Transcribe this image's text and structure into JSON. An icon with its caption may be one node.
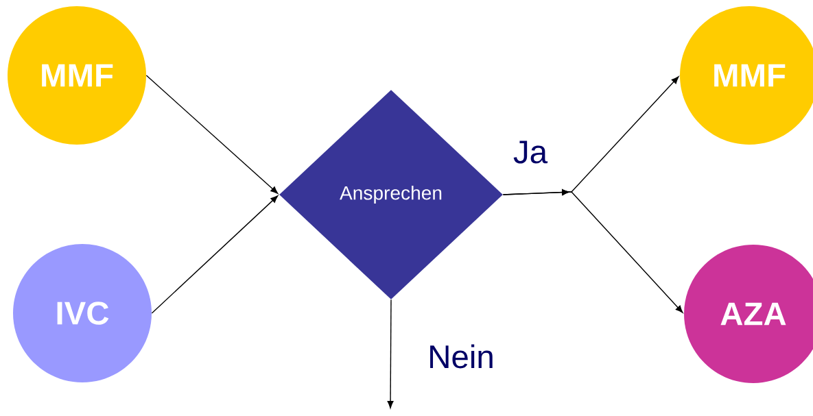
{
  "diagram": {
    "nodes": [
      {
        "text": [
          "MMF"
        ]
      },
      {
        "text": [
          "IVC"
        ]
      },
      {
        "text": [
          "Ansprechen"
        ]
      },
      {
        "text": [
          "MMF"
        ]
      },
      {
        "text": [
          "AZA"
        ]
      }
    ],
    "edges": [
      {
        "from": 0,
        "to": 2,
        "arrow": "to"
      },
      {
        "from": 1,
        "to": 2,
        "arrow": "to"
      },
      {
        "from": 2,
        "to": 3,
        "arrow": "to",
        "label": "Ja"
      },
      {
        "from": 2,
        "to": 4,
        "arrow": "to"
      },
      {
        "from": 2,
        "to": null,
        "arrow": "to",
        "label": "Nein"
      }
    ]
  }
}
